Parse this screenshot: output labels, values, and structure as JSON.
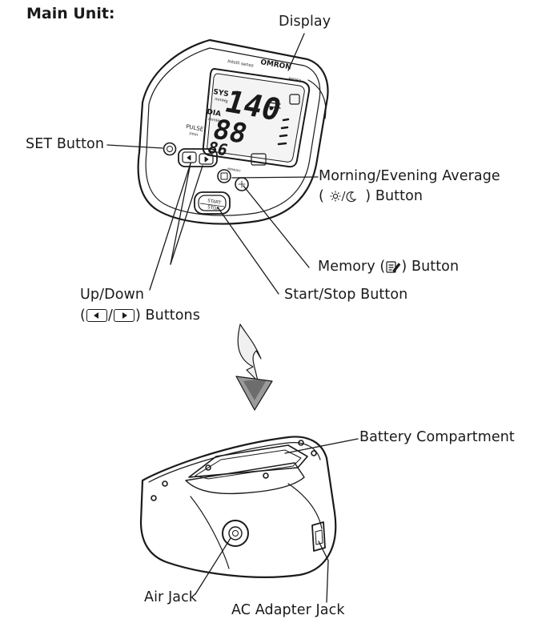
{
  "heading": "Main Unit:",
  "device": {
    "brand": "OMRON",
    "logo_text": "Intelli sense",
    "model": "BP760",
    "panel_sys": "SYS",
    "panel_sys_unit": "mmHg",
    "panel_dia": "DIA",
    "panel_dia_unit": "mmHg",
    "panel_pulse": "PULSE",
    "panel_pulse_unit": "/min",
    "screen_sys": "140",
    "screen_dia": "88",
    "screen_pulse": "86",
    "start_label": "START",
    "stop_label": "STOP",
    "memory_label": "MEMORY"
  },
  "labels": {
    "display": "Display",
    "set_button": "SET Button",
    "morning_evening_line1": "Morning/Evening Average",
    "morning_evening_open": "(",
    "morning_evening_close": ") Button",
    "memory_open": "Memory (",
    "memory_close": ") Button",
    "updown_line1": "Up/Down",
    "updown_open": "(",
    "updown_slash": "/",
    "updown_close": ") Buttons",
    "start_stop": "Start/Stop Button",
    "battery": "Battery Compartment",
    "air_jack": "Air Jack",
    "ac_adapter": "AC Adapter Jack"
  },
  "colors": {
    "ink": "#1a1a1a",
    "arrow_fill": "#9a9a9a",
    "screen_fill": "#f4f4f4"
  }
}
